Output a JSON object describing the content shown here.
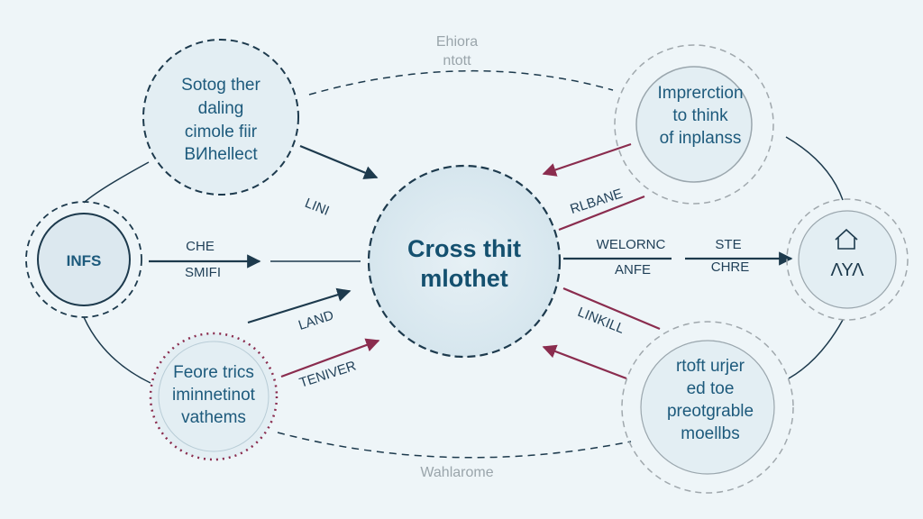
{
  "colors": {
    "background": "#eef5f8",
    "dark": "#1d3a4d",
    "accent": "#8a2c4e",
    "node_fill": "#dde9ef",
    "text": "#1d5a7c"
  },
  "top_label": [
    "Ehiora",
    "ntott"
  ],
  "bottom_label": "Wahlarome",
  "center": {
    "lines": [
      "Cross thit",
      "mlothet"
    ]
  },
  "nodes": {
    "top_left": {
      "lines": [
        "Sotog ther",
        "daling",
        "cimole fiir",
        "BИhellect"
      ]
    },
    "left": {
      "lines": [
        "INFS"
      ]
    },
    "bottom_left": {
      "lines": [
        "Feore trics",
        "iminnetinot",
        "vathems"
      ]
    },
    "top_right": {
      "lines": [
        "Imprerction",
        "to think",
        "of inplanss"
      ]
    },
    "right": {
      "icon": "house-icon",
      "lines": [
        "ΛΥΛ"
      ]
    },
    "bottom_right": {
      "lines": [
        "rtoft urjer",
        "ed toe",
        "preotgrable",
        "moellbs"
      ]
    }
  },
  "edge_labels": {
    "lini": "LINI",
    "che": "CHE",
    "smifi": "SMIFI",
    "land": "LAND",
    "teniver": "TENIVER",
    "rlbane": "RLBANE",
    "welornc": "WELORNC",
    "anfe": "ANFE",
    "ste": "STE",
    "chre": "CHRE",
    "linkill": "LINKILL"
  }
}
